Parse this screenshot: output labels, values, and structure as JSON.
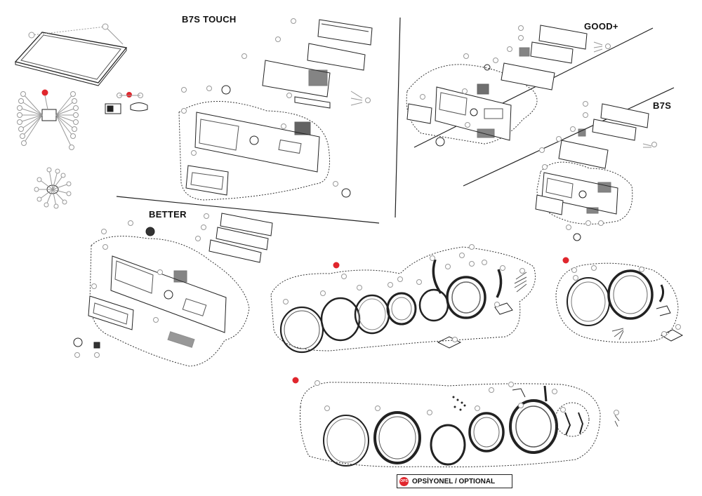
{
  "sections": {
    "b7s_touch": "B7S TOUCH",
    "good_plus": "GOOD+",
    "b7s": "B7S",
    "better": "BETTER"
  },
  "legend": {
    "label": "OPSİYONEL / OPTIONAL",
    "marker": "OPS",
    "color": "#e0262d"
  },
  "colors": {
    "line": "#222222",
    "callout": "#9a9a9a",
    "optional": "#e0262d"
  }
}
